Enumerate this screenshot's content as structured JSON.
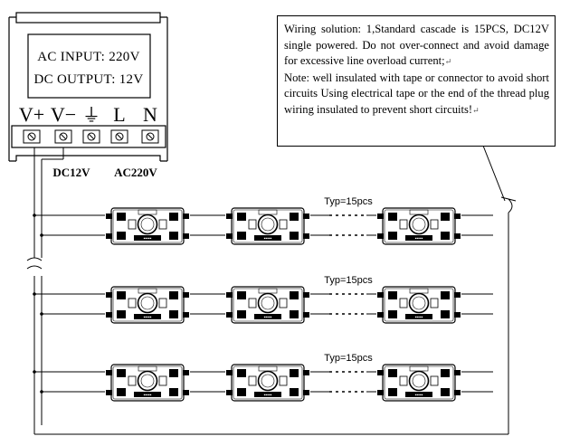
{
  "driver": {
    "display_line_1": "AC INPUT: 220V",
    "display_line_2": "DC OUTPUT: 12V",
    "terminal_labels": [
      "V+",
      "V−",
      "⏚",
      "L",
      "N"
    ],
    "dc_label": "DC12V",
    "ac_label": "AC220V"
  },
  "note": {
    "line_1": "Wiring solution: 1,Standard cascade is 15PCS, DC12V single powered. Do not over-connect and avoid damage for excessive line overload current;",
    "line_2": "Note: well insulated with tape or connector to avoid short circuits Using electrical tape or the end of the thread plug wiring insulated to prevent short circuits!",
    "return_mark": "↵"
  },
  "rows": [
    {
      "count_label": "Typ=15pcs"
    },
    {
      "count_label": "Typ=15pcs"
    },
    {
      "count_label": "Typ=15pcs"
    }
  ]
}
